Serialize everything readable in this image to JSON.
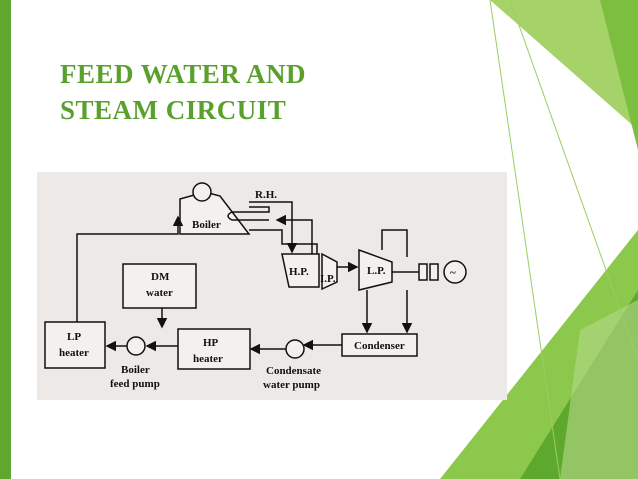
{
  "slide": {
    "title_line1": "FEED WATER AND",
    "title_line2": "STEAM CIRCUIT"
  },
  "diagram": {
    "boiler": "Boiler",
    "reheater": "R.H.",
    "hp_turbine": "H.P.",
    "ip_turbine": "I.P.",
    "lp_turbine": "L.P.",
    "generator": "~",
    "dm_water_line1": "DM",
    "dm_water_line2": "water",
    "lp_heater_line1": "LP",
    "lp_heater_line2": "heater",
    "hp_heater_line1": "HP",
    "hp_heater_line2": "heater",
    "condenser": "Condenser",
    "boiler_feed_pump_line1": "Boiler",
    "boiler_feed_pump_line2": "feed pump",
    "condensate_pump_line1": "Condensate",
    "condensate_pump_line2": "water pump"
  },
  "colors": {
    "accent": "#5fa82e",
    "title": "#5aa02c",
    "light_green": "#a6d26a",
    "mid_green": "#7cbf3e"
  }
}
